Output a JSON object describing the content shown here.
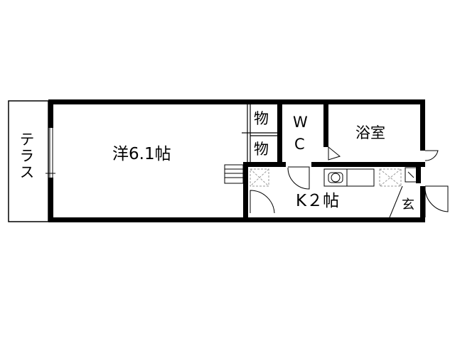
{
  "rooms": {
    "terrace": "テラス",
    "western_room": "洋6.1帖",
    "storage_upper": "物",
    "storage_lower": "物",
    "wc_w": "W",
    "wc_c": "C",
    "bathroom": "浴室",
    "kitchen": "K２帖",
    "entrance": "玄"
  },
  "colors": {
    "wall": "#000000",
    "line": "#000000",
    "fixture_gray": "#9a9a9a",
    "background": "#ffffff"
  }
}
